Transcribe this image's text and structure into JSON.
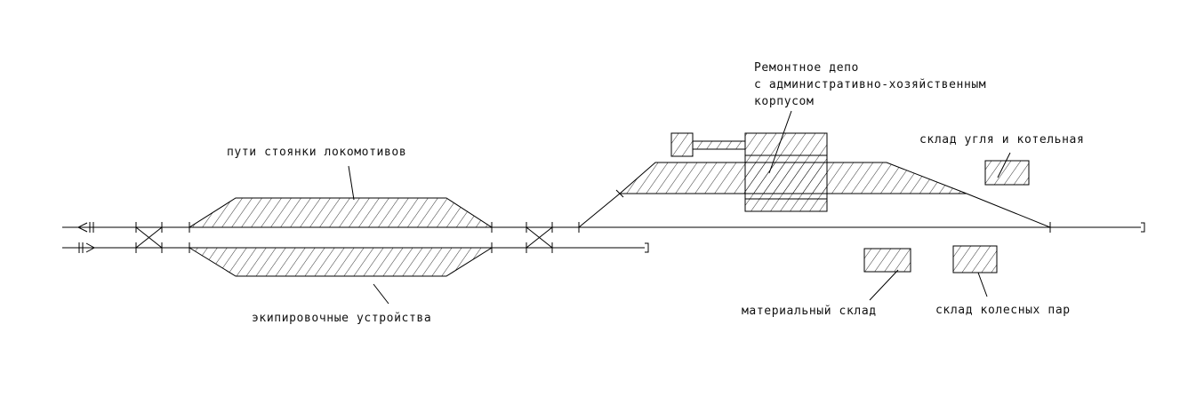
{
  "labels": {
    "loco_parking": "пути стоянки локомотивов",
    "equipment": "экипировочные устройства",
    "depot_line1": "Ремонтное депо",
    "depot_line2": "с административно-хозяйственным",
    "depot_line3": "корпусом",
    "coal": "склад угля и котельная",
    "material": "материальный склад",
    "wheels": "склад колесных пар"
  },
  "colors": {
    "line": "#000000",
    "background": "#ffffff"
  }
}
